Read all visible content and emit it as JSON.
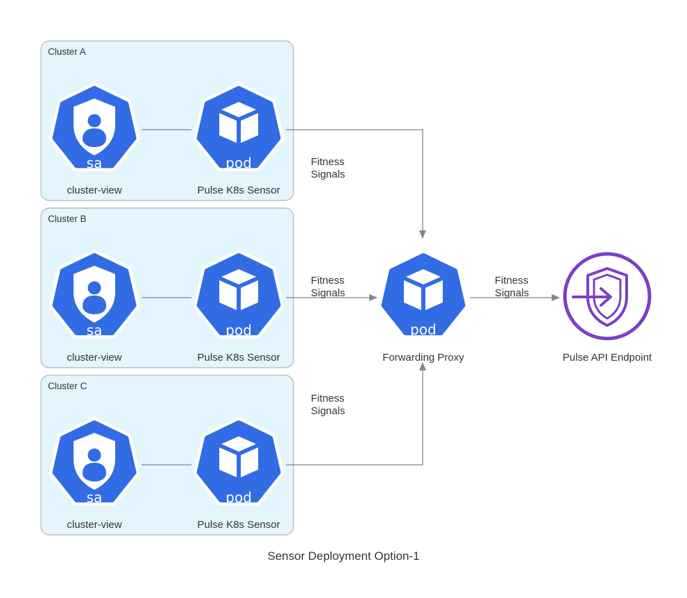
{
  "diagram": {
    "title": "Sensor Deployment Option-1",
    "colors": {
      "cluster_fill": "#e5f5fd",
      "cluster_stroke": "#aeb6be",
      "k8s_blue": "#326ce5",
      "endpoint_purple": "#7b3fc7",
      "edge": "#7b8894"
    },
    "clusters": [
      {
        "label": "Cluster A",
        "sa_label": "cluster-view",
        "sa_icon_text": "sa",
        "pod_label": "Pulse K8s Sensor",
        "pod_icon_text": "pod"
      },
      {
        "label": "Cluster B",
        "sa_label": "cluster-view",
        "sa_icon_text": "sa",
        "pod_label": "Pulse K8s Sensor",
        "pod_icon_text": "pod"
      },
      {
        "label": "Cluster C",
        "sa_label": "cluster-view",
        "sa_icon_text": "sa",
        "pod_label": "Pulse K8s Sensor",
        "pod_icon_text": "pod"
      }
    ],
    "proxy": {
      "label": "Forwarding Proxy",
      "icon_text": "pod"
    },
    "endpoint": {
      "label": "Pulse API Endpoint"
    },
    "edges": [
      {
        "from": "cluster-a-sensor",
        "to": "proxy",
        "label_line1": "Fitness",
        "label_line2": "Signals"
      },
      {
        "from": "cluster-b-sensor",
        "to": "proxy",
        "label_line1": "Fitness",
        "label_line2": "Signals"
      },
      {
        "from": "cluster-c-sensor",
        "to": "proxy",
        "label_line1": "Fitness",
        "label_line2": "Signals"
      },
      {
        "from": "proxy",
        "to": "endpoint",
        "label_line1": "Fitness",
        "label_line2": "Signals"
      }
    ]
  }
}
